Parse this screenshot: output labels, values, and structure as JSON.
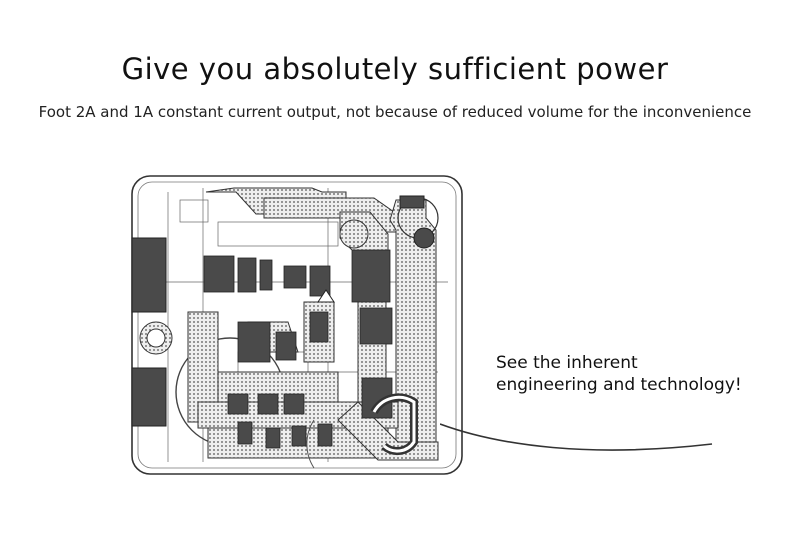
{
  "header": {
    "title": "Give you absolutely sufficient power",
    "subtitle": "Foot 2A and 1A constant current output, not because of reduced volume for the inconvenience"
  },
  "callout": {
    "line1": "See the inherent",
    "line2": "engineering and technology!"
  },
  "illustration": {
    "subject": "pcb-circuit-board",
    "colors": {
      "line": "#333333",
      "fill": "#4a4a4a",
      "background": "#ffffff"
    }
  }
}
